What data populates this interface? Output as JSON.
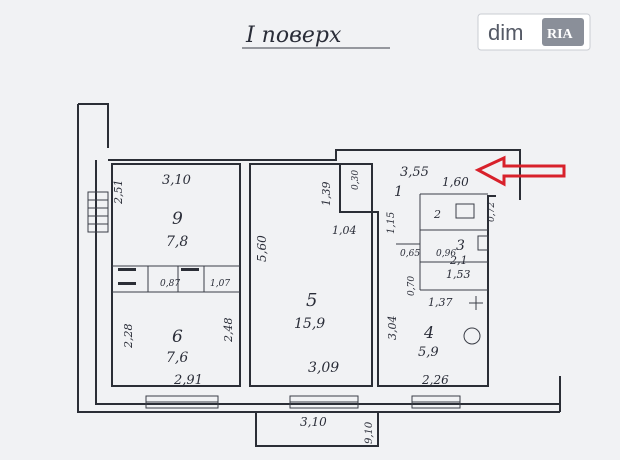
{
  "title": "I поверх",
  "watermark": {
    "brand": "dim",
    "badge": "RIA"
  },
  "rooms": [
    {
      "number": "9",
      "area": "7,8"
    },
    {
      "number": "6",
      "area": "7,6"
    },
    {
      "number": "5",
      "area": "15,9"
    },
    {
      "number": "1",
      "area": ""
    },
    {
      "number": "2",
      "area": ""
    },
    {
      "number": "3",
      "area": "2,1"
    },
    {
      "number": "4",
      "area": "5,9"
    }
  ],
  "dimensions": [
    "3,10",
    "2,51",
    "5,60",
    "1,39",
    "1,04",
    "3,55",
    "1,60",
    "1,15",
    "2,28",
    "2,48",
    "2,91",
    "3,09",
    "3,10",
    "9,10",
    "3,04",
    "1,37",
    "1,53",
    "2,26",
    "0,87",
    "1,07",
    "0,70",
    "0,72",
    "0,65",
    "0,96",
    "0,30"
  ],
  "arrow_color": "#d8212b"
}
